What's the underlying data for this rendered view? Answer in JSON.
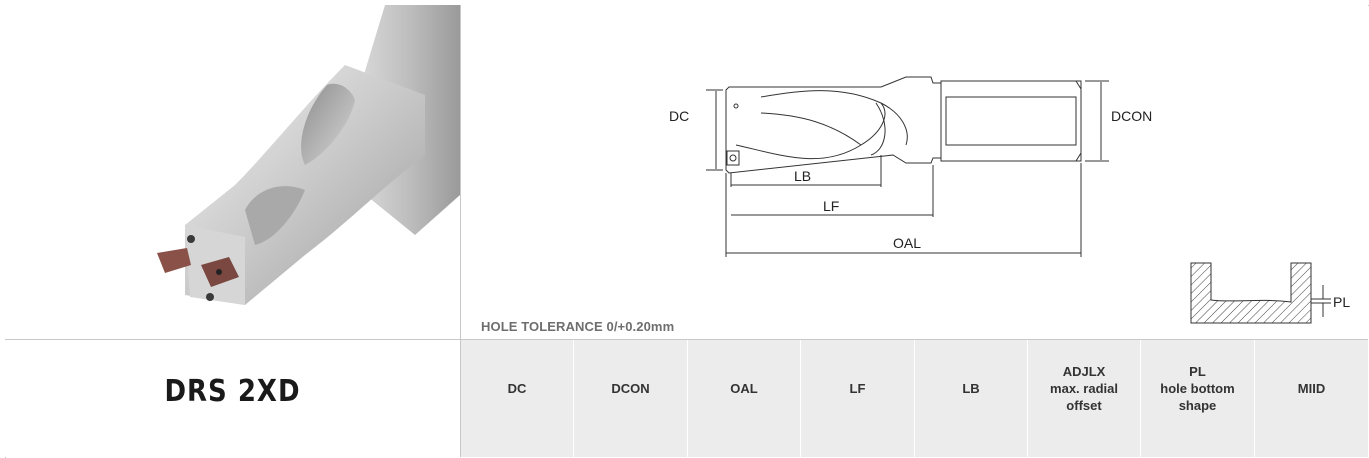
{
  "drawing": {
    "labels": {
      "dc": "DC",
      "dcon": "DCON",
      "lb": "LB",
      "lf": "LF",
      "oal": "OAL",
      "pl": "PL"
    },
    "tolerance_note": "HOLE TOLERANCE 0/+0.20mm"
  },
  "model": {
    "title": "DRS 2XD"
  },
  "table_header": [
    {
      "lines": [
        "DC"
      ]
    },
    {
      "lines": [
        "DCON"
      ]
    },
    {
      "lines": [
        "OAL"
      ]
    },
    {
      "lines": [
        "LF"
      ]
    },
    {
      "lines": [
        "LB"
      ]
    },
    {
      "lines": [
        "ADJLX",
        "max. radial",
        "offset"
      ]
    },
    {
      "lines": [
        "PL",
        "hole bottom",
        "shape"
      ]
    },
    {
      "lines": [
        "MIID"
      ]
    }
  ],
  "colors": {
    "header_bg": "#ececec",
    "grid_line": "#c8c8c8",
    "insert_copper": "#8a5148"
  }
}
